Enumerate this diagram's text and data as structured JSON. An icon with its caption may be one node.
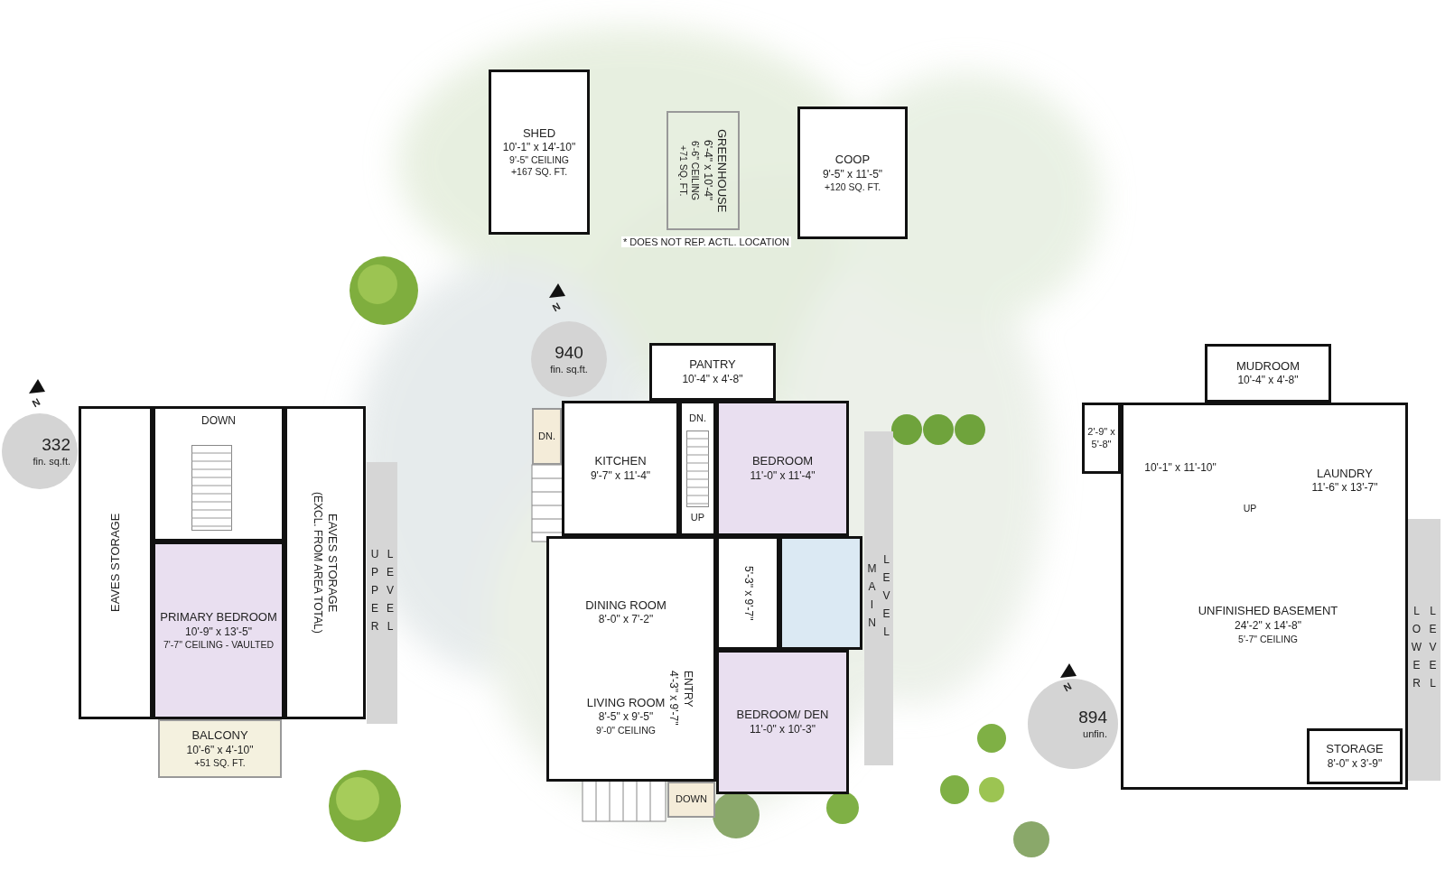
{
  "diagram": {
    "nodes": [
      {
        "text": [
          "SHED",
          "10'-1\" x 14'-10\"",
          "9'-5\" CEILING",
          "+167 SQ. FT."
        ]
      },
      {
        "text": [
          "GREENHOUSE",
          "6'-4\" x 10'-4\"",
          "6'-6\" CEILING",
          "+71 SQ. FT."
        ]
      },
      {
        "text": [
          "COOP",
          "9'-5\" x 11'-5\"",
          "+120 SQ. FT."
        ]
      },
      {
        "text": [
          "332",
          "fin. sq.ft."
        ]
      },
      {
        "text": [
          "EAVES STORAGE"
        ]
      },
      {
        "text": [
          "DOWN"
        ]
      },
      {
        "text": [
          "EAVES STORAGE",
          "(EXCL. FROM AREA TOTAL)"
        ]
      },
      {
        "text": [
          "PRIMARY BEDROOM",
          "10'-9\" x 13'-5\"",
          "7'-7\" CEILING - VAULTED"
        ]
      },
      {
        "text": [
          "BALCONY",
          "10'-6\" x 4'-10\"",
          "+51 SQ. FT."
        ]
      },
      {
        "text": [
          "UPPER",
          "LEVEL"
        ]
      },
      {
        "text": [
          "940",
          "fin. sq.ft."
        ]
      },
      {
        "text": [
          "PANTRY",
          "10'-4\" x 4'-8\""
        ]
      },
      {
        "text": [
          "DN."
        ]
      },
      {
        "text": [
          "KITCHEN",
          "9'-7\" x 11'-4\""
        ]
      },
      {
        "text": [
          "DN.",
          "UP"
        ]
      },
      {
        "text": [
          "BEDROOM",
          "11'-0\" x 11'-4\""
        ]
      },
      {
        "text": [
          "5'-3\" x 9'-7\""
        ]
      },
      {
        "text": [],
        "shape": "box"
      },
      {
        "text": [
          "DINING ROOM",
          "8'-0\" x 7'-2\"",
          "LIVING ROOM",
          "8'-5\" x 9'-5\"",
          "9'-0\" CEILING",
          "ENTRY",
          "4'-3\" x 9'-7\""
        ]
      },
      {
        "text": [
          "BEDROOM/ DEN",
          "11'-0\" x 10'-3\""
        ]
      },
      {
        "text": [
          "DOWN"
        ]
      },
      {
        "text": [
          "MAIN",
          "LEVEL"
        ]
      },
      {
        "text": [
          "MUDROOM",
          "10'-4\" x 4'-8\""
        ]
      },
      {
        "text": [
          "2'-9\" x 5'-8\""
        ]
      },
      {
        "text": [
          "894",
          "unfin."
        ]
      },
      {
        "text": [
          "10'-1\" x 11'-10\"",
          "LAUNDRY",
          "11'-6\" x 13'-7\"",
          "UP",
          "UNFINISHED BASEMENT",
          "24'-2\" x 14'-8\"",
          "5'-7\" CEILING"
        ]
      },
      {
        "text": [
          "STORAGE",
          "8'-0\" x 3'-9\""
        ],
        "in": 25
      },
      {
        "text": [
          "LOWER",
          "LEVEL"
        ]
      }
    ],
    "labels": [
      "* DOES NOT REP. ACTL. LOCATION",
      "N",
      "N",
      "N"
    ]
  }
}
